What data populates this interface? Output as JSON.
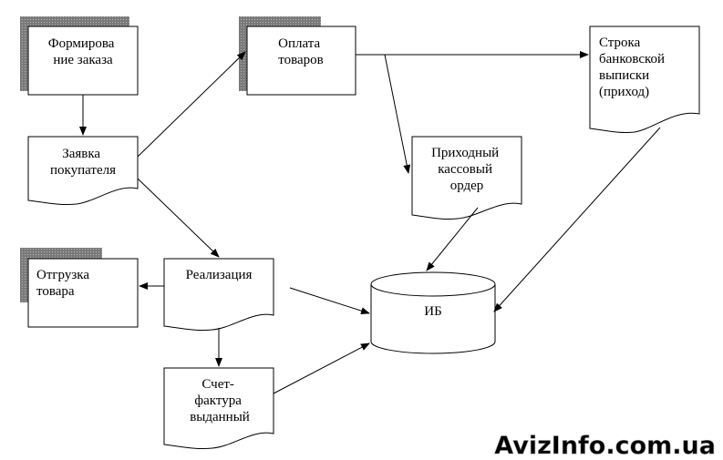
{
  "nodes": {
    "order_formation": {
      "lines": [
        "Формирова",
        "ние заказа"
      ]
    },
    "goods_payment": {
      "lines": [
        "Оплата",
        "товаров"
      ]
    },
    "bank_statement_line": {
      "lines": [
        "Строка",
        "банковской",
        "выписки",
        "(приход)"
      ]
    },
    "buyer_request": {
      "lines": [
        "Заявка",
        "покупателя"
      ]
    },
    "cash_receipt_order": {
      "lines": [
        "Приходный",
        "кассовый",
        "ордер"
      ]
    },
    "goods_shipment": {
      "lines": [
        "Отгрузка",
        "товара"
      ]
    },
    "sale": {
      "lines": [
        "Реализация"
      ]
    },
    "info_base": {
      "lines": [
        "ИБ"
      ]
    },
    "issued_invoice": {
      "lines": [
        "Счет-",
        "фактура",
        "выданный"
      ]
    }
  },
  "watermark": "AvizInfo.com.ua",
  "colors": {
    "line": "#000000",
    "background": "#ffffff",
    "shadow": "#808080",
    "watermark": "#c8c8c8"
  }
}
